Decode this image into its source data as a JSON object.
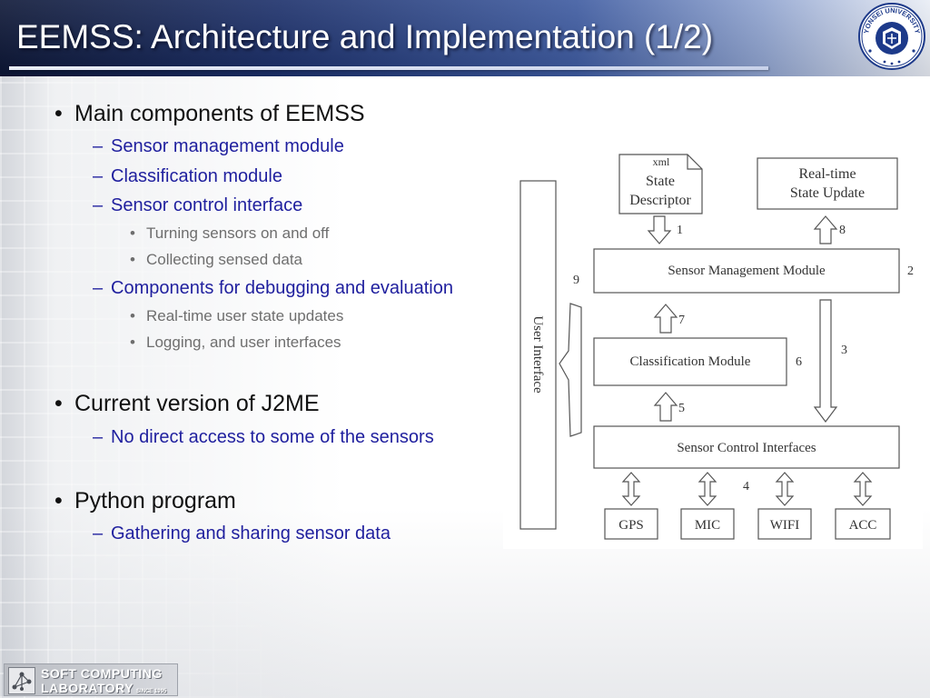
{
  "slide": {
    "title": "EEMSS: Architecture and Implementation (1/2)",
    "seal_text": "YONSEI UNIVERSITY"
  },
  "bullets": {
    "main_components": "Main components of EEMSS",
    "sensor_management": "Sensor management module",
    "classification": "Classification module",
    "sensor_control": "Sensor control interface",
    "turning_sensors": "Turning sensors on and off",
    "collecting_data": "Collecting sensed data",
    "debugging": "Components for debugging and evaluation",
    "realtime_updates": "Real-time user state updates",
    "logging": "Logging, and user interfaces",
    "current_version": "Current version of J2ME",
    "no_direct_access": "No direct access to some of the sensors",
    "python_program": "Python program",
    "gathering": "Gathering and sharing sensor data"
  },
  "markers": {
    "level1": "•",
    "level2": "–",
    "level3": "•"
  },
  "diagram": {
    "xml_tag": "xml",
    "state_descriptor_line1": "State",
    "state_descriptor_line2": "Descriptor",
    "realtime_line1": "Real-time",
    "realtime_line2": "State Update",
    "sensor_management_module": "Sensor Management Module",
    "classification_module": "Classification Module",
    "sensor_control_interfaces": "Sensor Control Interfaces",
    "user_interface": "User Interface",
    "sensors": [
      "GPS",
      "MIC",
      "WIFI",
      "ACC"
    ],
    "numbers": {
      "n1": "1",
      "n2": "2",
      "n3": "3",
      "n4": "4",
      "n5": "5",
      "n6": "6",
      "n7": "7",
      "n8": "8",
      "n9": "9"
    }
  },
  "footer": {
    "line1": "SOFT COMPUTING",
    "line2": "LABORATORY",
    "since": "SINCE 1995"
  },
  "colors": {
    "title_bar_dark": "#0c1636",
    "bullet_level2": "#1f1f9e",
    "bullet_level3": "#6e6e6e"
  }
}
